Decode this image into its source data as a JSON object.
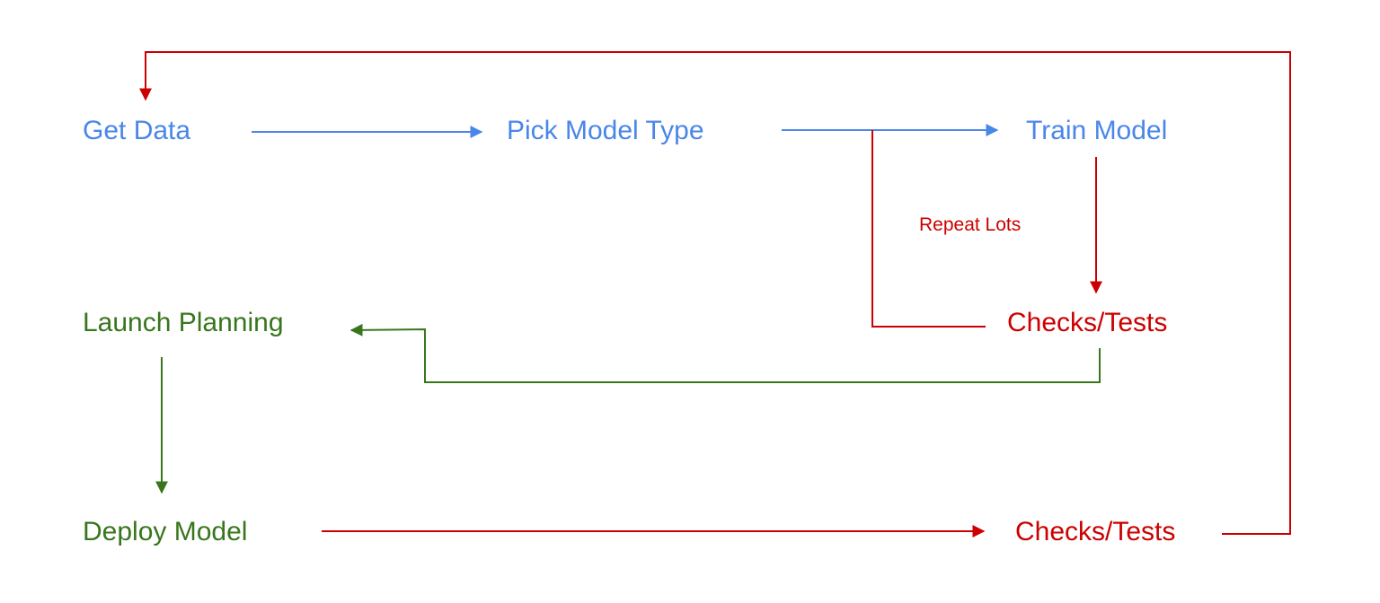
{
  "colors": {
    "blue": "#4a86e8",
    "red": "#cc0000",
    "green": "#38761d"
  },
  "nodes": {
    "get_data": "Get Data",
    "pick_model_type": "Pick Model Type",
    "train_model": "Train Model",
    "checks_tests_1": "Checks/Tests",
    "launch_planning": "Launch Planning",
    "deploy_model": "Deploy Model",
    "checks_tests_2": "Checks/Tests"
  },
  "edge_labels": {
    "repeat_lots": "Repeat Lots"
  }
}
